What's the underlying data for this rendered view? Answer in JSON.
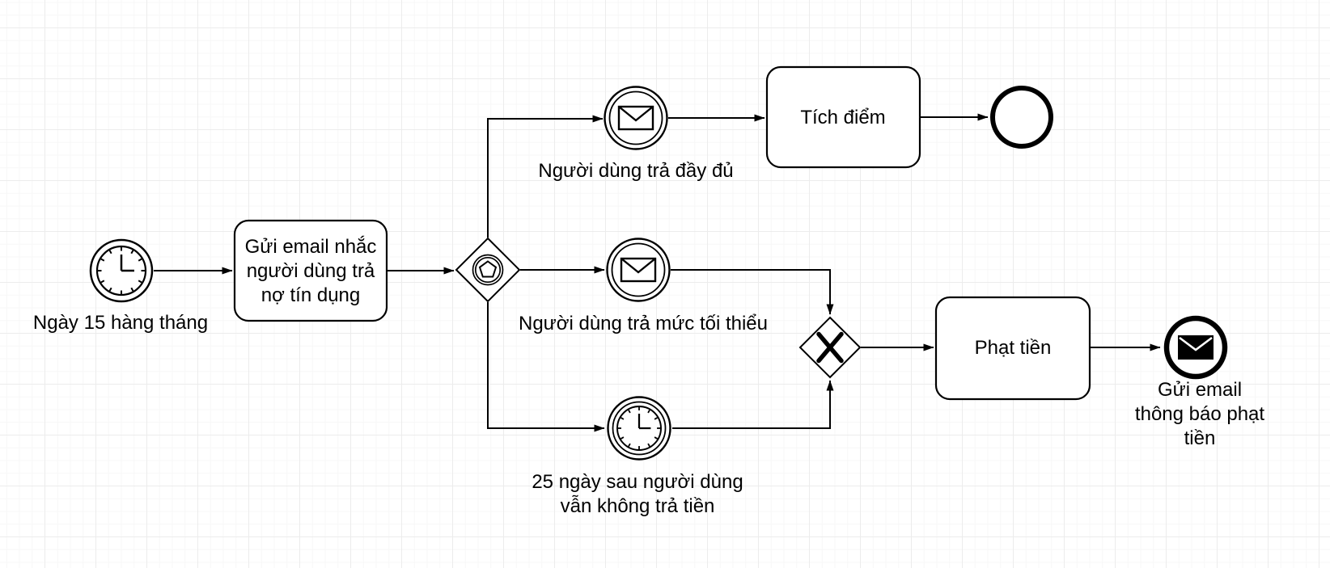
{
  "canvas": {
    "background_color": "#ffffff",
    "grid_minor_color": "#f7f7f7",
    "grid_major_color": "#ececec",
    "stroke_color": "#000000",
    "text_color": "#000000"
  },
  "nodes": {
    "start_timer": {
      "type": "bpmn-timer-start-event",
      "label": "Ngày 15 hàng tháng"
    },
    "task_send_reminder_email": {
      "type": "bpmn-task",
      "label": "Gửi email nhắc\nngười dùng trả\nnợ tín dụng"
    },
    "event_based_gateway": {
      "type": "bpmn-event-based-gateway",
      "label": ""
    },
    "msg_user_pays_full": {
      "type": "bpmn-message-intermediate-event",
      "label": "Người dùng trả đầy đủ"
    },
    "task_accumulate_points": {
      "type": "bpmn-task",
      "label": "Tích điểm"
    },
    "end_event": {
      "type": "bpmn-end-event",
      "label": ""
    },
    "msg_user_pays_minimum": {
      "type": "bpmn-message-intermediate-event",
      "label": "Người dùng trả mức tối thiểu"
    },
    "timer_25_days_no_payment": {
      "type": "bpmn-timer-intermediate-event",
      "label": "25 ngày sau người dùng\nvẫn không trả tiền"
    },
    "exclusive_gateway": {
      "type": "bpmn-exclusive-gateway",
      "label": ""
    },
    "task_fine": {
      "type": "bpmn-task",
      "label": "Phạt tiền"
    },
    "msg_end_fine_notification": {
      "type": "bpmn-message-end-event",
      "label": "Gửi email\nthông báo phạt tiền"
    }
  },
  "flows": [
    {
      "from": "start_timer",
      "to": "task_send_reminder_email"
    },
    {
      "from": "task_send_reminder_email",
      "to": "event_based_gateway"
    },
    {
      "from": "event_based_gateway",
      "to": "msg_user_pays_full"
    },
    {
      "from": "msg_user_pays_full",
      "to": "task_accumulate_points"
    },
    {
      "from": "task_accumulate_points",
      "to": "end_event"
    },
    {
      "from": "event_based_gateway",
      "to": "msg_user_pays_minimum"
    },
    {
      "from": "msg_user_pays_minimum",
      "to": "exclusive_gateway"
    },
    {
      "from": "event_based_gateway",
      "to": "timer_25_days_no_payment"
    },
    {
      "from": "timer_25_days_no_payment",
      "to": "exclusive_gateway"
    },
    {
      "from": "exclusive_gateway",
      "to": "task_fine"
    },
    {
      "from": "task_fine",
      "to": "msg_end_fine_notification"
    }
  ]
}
